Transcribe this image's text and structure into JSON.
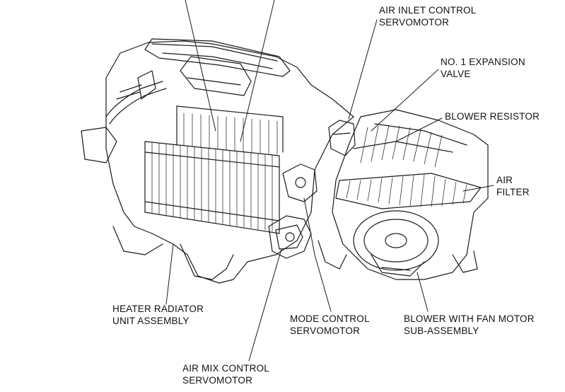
{
  "callouts": {
    "air_inlet": [
      "AIR INLET CONTROL",
      "SERVOMOTOR"
    ],
    "expansion_valve": [
      "NO. 1 EXPANSION",
      "VALVE"
    ],
    "blower_resistor": [
      "BLOWER RESISTOR"
    ],
    "air_filter": [
      "AIR",
      "FILTER"
    ],
    "heater_radiator": [
      "HEATER RADIATOR",
      "UNIT ASSEMBLY"
    ],
    "mode_control": [
      "MODE CONTROL",
      "SERVOMOTOR"
    ],
    "blower_fan": [
      "BLOWER WITH FAN MOTOR",
      "SUB-ASSEMBLY"
    ],
    "air_mix": [
      "AIR MIX CONTROL",
      "SERVOMOTOR"
    ]
  },
  "colors": {
    "line": "#1a1a1a",
    "background": "#ffffff"
  }
}
